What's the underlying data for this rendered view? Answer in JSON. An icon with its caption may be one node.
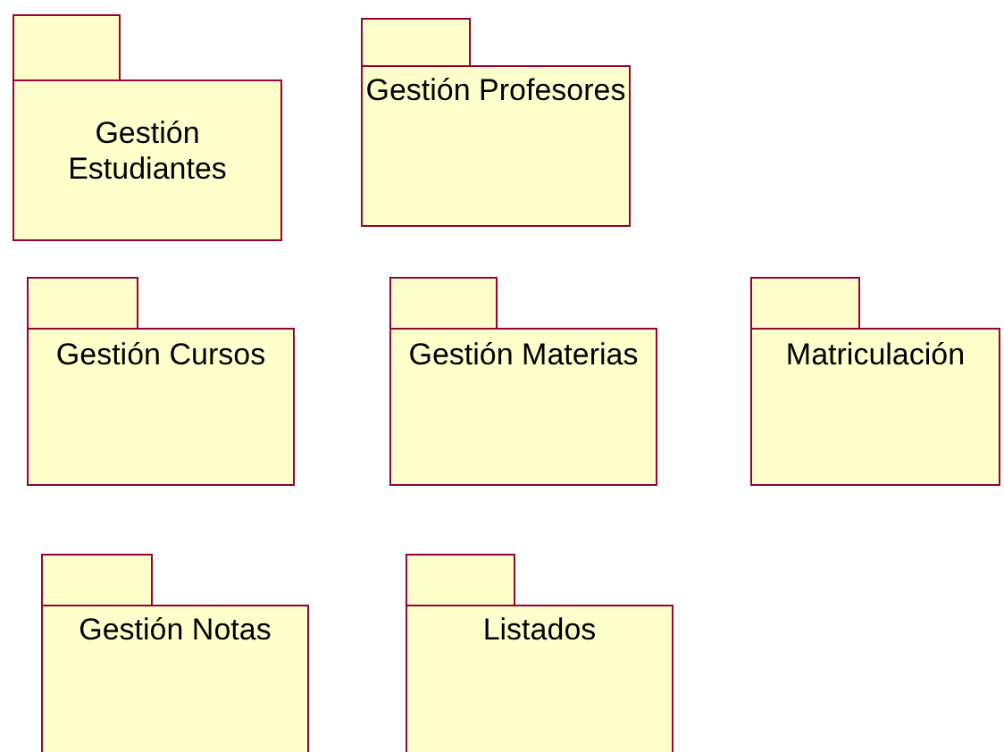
{
  "diagram": {
    "nodes": [
      {
        "text": [
          "Gestión Estudiantes"
        ]
      },
      {
        "text": [
          "Gestión Profesores"
        ]
      },
      {
        "text": [
          "Gestión Cursos"
        ]
      },
      {
        "text": [
          "Gestión Materias"
        ]
      },
      {
        "text": [
          "Matriculación"
        ]
      },
      {
        "text": [
          "Gestión Notas"
        ]
      },
      {
        "text": [
          "Listados"
        ]
      }
    ]
  }
}
